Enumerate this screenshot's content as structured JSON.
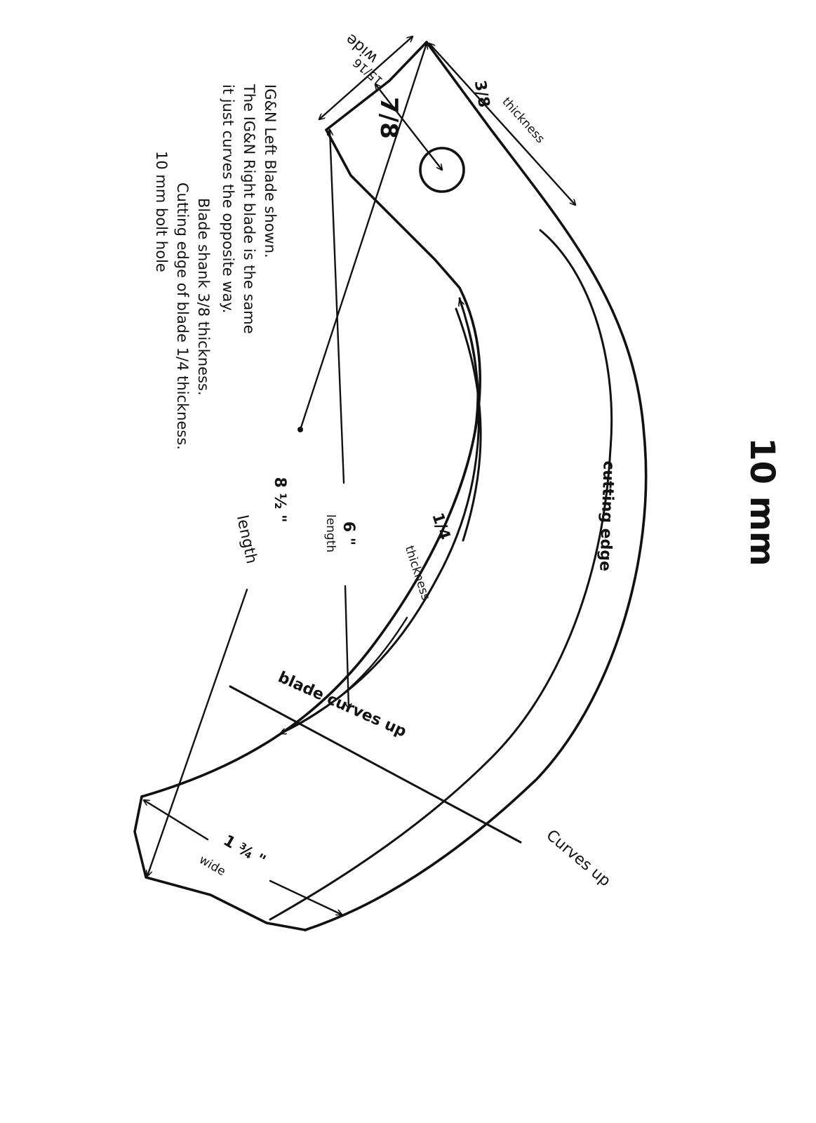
{
  "notes": {
    "line1": "IG&N Left Blade shown.",
    "line2": "The IG&N Right blade is the same",
    "line3": "it just curves the opposite way.",
    "line4": "Blade shank 3/8 thickness.",
    "line5": "Cutting edge of blade 1/4 thickness.",
    "line6": "10 mm bolt hole"
  },
  "bolt_size": "10 mm",
  "labels": {
    "shank_width_value": "15/16",
    "shank_width_word": "wide",
    "hole_offset": "7/8",
    "shank_thickness_value": "3/8",
    "shank_thickness_word": "thickness",
    "cutting_edge": "cutting edge",
    "edge_thickness_value": "1/4",
    "edge_thickness_word": "thickness",
    "length_6_value": "6 \"",
    "length_6_word": "length",
    "length_8_value": "8 ½ \"",
    "length_8_word": "length",
    "blade_curves_up": "blade curves up",
    "curves_up": "Curves up",
    "tip_width_value": "1 ¾ \"",
    "tip_width_word": "wide"
  }
}
